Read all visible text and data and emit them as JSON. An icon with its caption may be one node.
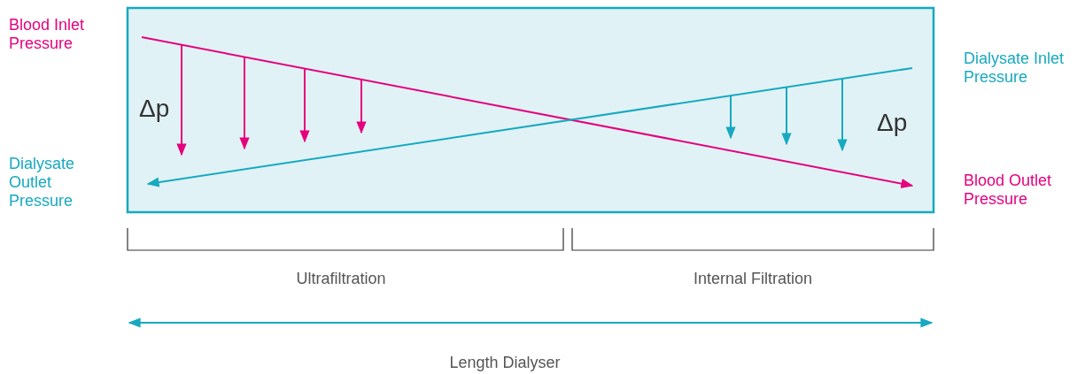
{
  "diagram": {
    "labels": [
      "Blood Inlet Pressure",
      "Dialysate Inlet Pressure",
      "Δp",
      "Δp",
      "Dialysate Outlet Pressure",
      "Blood Outlet Pressure",
      "Ultrafiltration",
      "Internal Filtration",
      "Length Dialyser"
    ]
  }
}
